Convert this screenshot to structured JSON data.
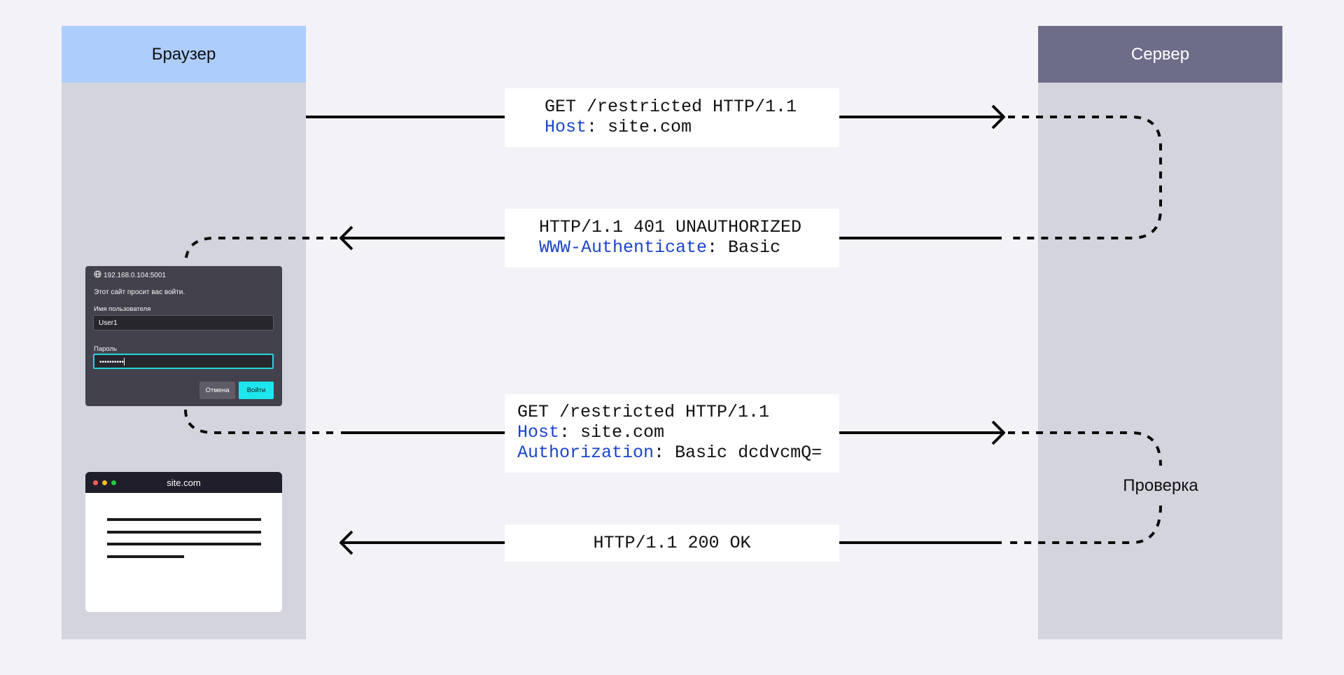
{
  "lanes": {
    "browser": "Браузер",
    "server": "Сервер"
  },
  "messages": {
    "request1": {
      "line1": "GET /restricted HTTP/1.1",
      "host_key": "Host",
      "host_val": ": site.com"
    },
    "response1": {
      "line1": "HTTP/1.1 401 UNAUTHORIZED",
      "auth_key": "WWW-Authenticate",
      "auth_val": ": Basic"
    },
    "request2": {
      "line1": "GET /restricted HTTP/1.1",
      "host_key": "Host",
      "host_val": ": site.com",
      "auth_key": "Authorization",
      "auth_val": ": Basic dcdvcmQ="
    },
    "response2": {
      "line1": "HTTP/1.1 200 OK"
    }
  },
  "server_check": "Проверка",
  "login_dialog": {
    "url": "192.168.0.104:5001",
    "prompt": "Этот сайт просит вас войти.",
    "username_label": "Имя пользователя",
    "username_value": "User1",
    "password_label": "Пароль",
    "password_value": "••••••••••",
    "cancel_label": "Отмена",
    "login_label": "Войти"
  },
  "browser_window": {
    "title": "site.com"
  },
  "colors": {
    "browser_header": "#adcdfd",
    "server_header": "#6d6d8a",
    "lane_body": "#d4d4de",
    "header_key": "#1c44c9",
    "login_accent": "#1de6ee"
  },
  "icons": [
    "globe-icon"
  ]
}
